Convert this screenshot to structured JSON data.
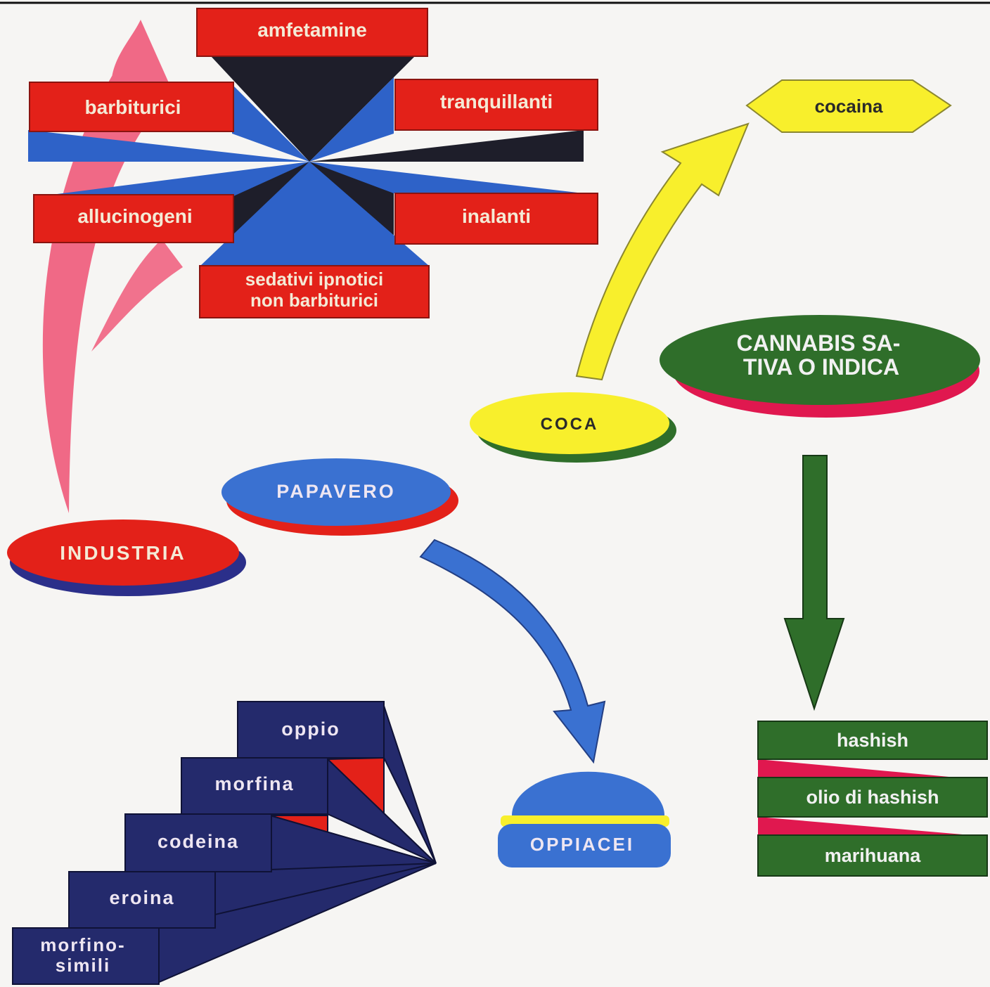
{
  "industria": {
    "label": "INDUSTRIA",
    "products": [
      "amfetamine",
      "barbiturici",
      "tranquillanti",
      "allucinogeni",
      "inalanti",
      "sedativi ipnotici",
      "non barbiturici"
    ]
  },
  "coca": {
    "label": "COCA",
    "product": "cocaina"
  },
  "papavero": {
    "label": "PAPAVERO",
    "group": "OPPIACEI",
    "products": [
      "oppio",
      "morfina",
      "codeina",
      "eroina",
      "morfino-",
      "simili"
    ]
  },
  "cannabis": {
    "label_line1": "CANNABIS SA-",
    "label_line2": "TIVA O INDICA",
    "products": [
      "hashish",
      "olio di hashish",
      "marihuana"
    ]
  },
  "colors": {
    "industria": "#e32119",
    "papavero": "#3a71d1",
    "coca": "#f8ef2c",
    "cannabis": "#2f6e2a",
    "opiates_steps": "#242a6c",
    "pink_arrow": "#f05a7a"
  }
}
